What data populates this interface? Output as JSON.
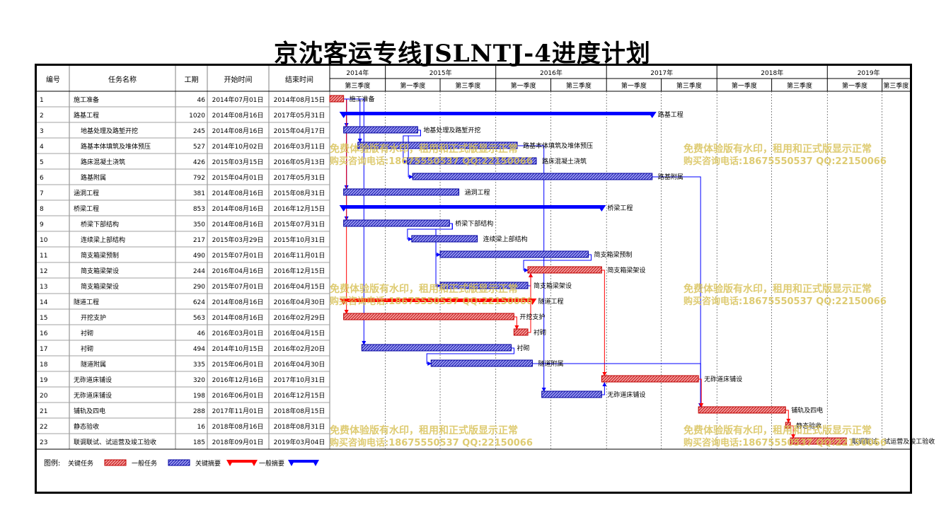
{
  "title": "京沈客运专线JSLNTJ-4进度计划",
  "headers": {
    "id": "编号",
    "name": "任务名称",
    "duration": "工期",
    "start": "开始时间",
    "end": "结束时间"
  },
  "timeline": {
    "years": [
      {
        "label": "2014年",
        "start": "2014-07-01",
        "end": "2015-01-01"
      },
      {
        "label": "2015年",
        "start": "2015-01-01",
        "end": "2016-01-01"
      },
      {
        "label": "2016年",
        "start": "2016-01-01",
        "end": "2017-01-01"
      },
      {
        "label": "2017年",
        "start": "2017-01-01",
        "end": "2018-01-01"
      },
      {
        "label": "2018年",
        "start": "2018-01-01",
        "end": "2019-01-01"
      },
      {
        "label": "2019年",
        "start": "2019-01-01",
        "end": "2020-01-01"
      }
    ],
    "periods": [
      {
        "label": "第三季度",
        "start": "2014-07-01",
        "end": "2015-01-01"
      },
      {
        "label": "第一季度",
        "start": "2015-01-01",
        "end": "2015-07-01"
      },
      {
        "label": "第三季度",
        "start": "2015-07-01",
        "end": "2016-01-01"
      },
      {
        "label": "第一季度",
        "start": "2016-01-01",
        "end": "2016-07-01"
      },
      {
        "label": "第三季度",
        "start": "2016-07-01",
        "end": "2017-01-01"
      },
      {
        "label": "第一季度",
        "start": "2017-01-01",
        "end": "2017-07-01"
      },
      {
        "label": "第三季度",
        "start": "2017-07-01",
        "end": "2018-01-01"
      },
      {
        "label": "第一季度",
        "start": "2018-01-01",
        "end": "2018-07-01"
      },
      {
        "label": "第三季度",
        "start": "2018-07-01",
        "end": "2019-01-01"
      },
      {
        "label": "第一季度",
        "start": "2019-01-01",
        "end": "2019-07-01"
      },
      {
        "label": "第三季度",
        "start": "2019-07-01",
        "end": "2020-01-01"
      }
    ]
  },
  "tasks": [
    {
      "id": "1",
      "name": "施工准备",
      "indent": 0,
      "duration": "46",
      "start": "2014年07月01日",
      "end": "2014年08月15日",
      "s": "2014-07-01",
      "e": "2014-08-15",
      "kind": "critical-task",
      "bar_label": "施工准备"
    },
    {
      "id": "2",
      "name": "路基工程",
      "indent": 0,
      "duration": "1020",
      "start": "2014年08月16日",
      "end": "2017年05月31日",
      "s": "2014-08-16",
      "e": "2017-05-31",
      "kind": "summary",
      "bar_label": "路基工程"
    },
    {
      "id": "3",
      "name": "地基处理及路堑开挖",
      "indent": 1,
      "duration": "245",
      "start": "2014年08月16日",
      "end": "2015年04月17日",
      "s": "2014-08-16",
      "e": "2015-04-17",
      "kind": "task",
      "bar_label": "地基处理及路堑开挖"
    },
    {
      "id": "4",
      "name": "路基本体填筑及堆体预压",
      "indent": 1,
      "duration": "527",
      "start": "2014年10月02日",
      "end": "2016年03月11日",
      "s": "2014-10-02",
      "e": "2016-03-11",
      "kind": "task",
      "bar_label": "路基本体填筑及堆体预压"
    },
    {
      "id": "5",
      "name": "路床混凝土浇筑",
      "indent": 1,
      "duration": "426",
      "start": "2015年03月15日",
      "end": "2016年05月13日",
      "s": "2015-03-15",
      "e": "2016-05-13",
      "kind": "task",
      "bar_label": "路床混凝土浇筑"
    },
    {
      "id": "6",
      "name": "路基附属",
      "indent": 1,
      "duration": "792",
      "start": "2015年04月01日",
      "end": "2017年05月31日",
      "s": "2015-04-01",
      "e": "2017-05-31",
      "kind": "task",
      "bar_label": "路基附属"
    },
    {
      "id": "7",
      "name": "涵洞工程",
      "indent": 0,
      "duration": "381",
      "start": "2014年08月16日",
      "end": "2015年08月31日",
      "s": "2014-08-16",
      "e": "2015-08-31",
      "kind": "task",
      "bar_label": "涵洞工程"
    },
    {
      "id": "8",
      "name": "桥梁工程",
      "indent": 0,
      "duration": "853",
      "start": "2014年08月16日",
      "end": "2016年12月15日",
      "s": "2014-08-16",
      "e": "2016-12-15",
      "kind": "summary",
      "bar_label": "桥梁工程"
    },
    {
      "id": "9",
      "name": "桥梁下部结构",
      "indent": 1,
      "duration": "350",
      "start": "2014年08月16日",
      "end": "2015年07月31日",
      "s": "2014-08-16",
      "e": "2015-07-31",
      "kind": "task",
      "bar_label": "桥梁下部结构"
    },
    {
      "id": "10",
      "name": "连续梁上部结构",
      "indent": 1,
      "duration": "217",
      "start": "2015年03月29日",
      "end": "2015年10月31日",
      "s": "2015-03-29",
      "e": "2015-10-31",
      "kind": "task",
      "bar_label": "连续梁上部结构"
    },
    {
      "id": "11",
      "name": "简支箱梁预制",
      "indent": 1,
      "duration": "490",
      "start": "2015年07月01日",
      "end": "2016年11月01日",
      "s": "2015-07-01",
      "e": "2016-11-01",
      "kind": "task",
      "bar_label": "简支箱梁预制"
    },
    {
      "id": "12",
      "name": "简支箱梁架设",
      "indent": 1,
      "duration": "244",
      "start": "2016年04月16日",
      "end": "2016年12月15日",
      "s": "2016-04-16",
      "e": "2016-12-15",
      "kind": "critical-task",
      "bar_label": "简支箱梁架设"
    },
    {
      "id": "13",
      "name": "简支箱梁架设",
      "indent": 1,
      "duration": "290",
      "start": "2015年07月01日",
      "end": "2016年04月15日",
      "s": "2015-07-01",
      "e": "2016-04-15",
      "kind": "task",
      "bar_label": "简支箱梁架设"
    },
    {
      "id": "14",
      "name": "隧道工程",
      "indent": 0,
      "duration": "624",
      "start": "2014年08月16日",
      "end": "2016年04月30日",
      "s": "2014-08-16",
      "e": "2016-04-30",
      "kind": "critical-summary",
      "bar_label": "隧道工程"
    },
    {
      "id": "15",
      "name": "开挖支护",
      "indent": 1,
      "duration": "563",
      "start": "2014年08月16日",
      "end": "2016年02月29日",
      "s": "2014-08-16",
      "e": "2016-02-29",
      "kind": "critical-task",
      "bar_label": "开挖支护"
    },
    {
      "id": "16",
      "name": "衬砌",
      "indent": 1,
      "duration": "46",
      "start": "2016年03月01日",
      "end": "2016年04月15日",
      "s": "2016-03-01",
      "e": "2016-04-15",
      "kind": "critical-task",
      "bar_label": "衬砌"
    },
    {
      "id": "17",
      "name": "衬砌",
      "indent": 1,
      "duration": "494",
      "start": "2014年10月15日",
      "end": "2016年02月20日",
      "s": "2014-10-15",
      "e": "2016-02-20",
      "kind": "task",
      "bar_label": "衬砌"
    },
    {
      "id": "18",
      "name": "隧道附属",
      "indent": 1,
      "duration": "335",
      "start": "2015年06月01日",
      "end": "2016年04月30日",
      "s": "2015-06-01",
      "e": "2016-04-30",
      "kind": "task",
      "bar_label": "隧道附属"
    },
    {
      "id": "19",
      "name": "无砟道床铺设",
      "indent": 0,
      "duration": "320",
      "start": "2016年12月16日",
      "end": "2017年10月31日",
      "s": "2016-12-16",
      "e": "2017-10-31",
      "kind": "critical-task",
      "bar_label": "无砟道床铺设"
    },
    {
      "id": "20",
      "name": "无砟道床铺设",
      "indent": 0,
      "duration": "198",
      "start": "2016年06月01日",
      "end": "2016年12月15日",
      "s": "2016-06-01",
      "e": "2016-12-15",
      "kind": "task",
      "bar_label": "无砟道床铺设"
    },
    {
      "id": "21",
      "name": "铺轨及四电",
      "indent": 0,
      "duration": "288",
      "start": "2017年11月01日",
      "end": "2018年08月15日",
      "s": "2017-11-01",
      "e": "2018-08-15",
      "kind": "critical-task",
      "bar_label": "铺轨及四电"
    },
    {
      "id": "22",
      "name": "静态验收",
      "indent": 0,
      "duration": "16",
      "start": "2018年08月16日",
      "end": "2018年08月31日",
      "s": "2018-08-16",
      "e": "2018-08-31",
      "kind": "critical-task",
      "bar_label": "静态验收"
    },
    {
      "id": "23",
      "name": "联调联试、试运营及竣工验收",
      "indent": 0,
      "duration": "185",
      "start": "2018年09月01日",
      "end": "2019年03月04日",
      "s": "2018-09-01",
      "e": "2019-03-04",
      "kind": "critical-task",
      "bar_label": "联调联试、试运营及竣工验收"
    }
  ],
  "links": [
    [
      1,
      3
    ],
    [
      1,
      4
    ],
    [
      1,
      7
    ],
    [
      1,
      9
    ],
    [
      1,
      15
    ],
    [
      1,
      17
    ],
    [
      3,
      5
    ],
    [
      3,
      6
    ],
    [
      4,
      20
    ],
    [
      6,
      21
    ],
    [
      9,
      10
    ],
    [
      9,
      11
    ],
    [
      9,
      13
    ],
    [
      11,
      12
    ],
    [
      12,
      19
    ],
    [
      13,
      12
    ],
    [
      15,
      16
    ],
    [
      16,
      12
    ],
    [
      17,
      18
    ],
    [
      18,
      21
    ],
    [
      19,
      21
    ],
    [
      20,
      19
    ],
    [
      21,
      22
    ],
    [
      22,
      23
    ]
  ],
  "legend": {
    "prefix": "图例:",
    "items": [
      {
        "label": "关键任务",
        "kind": "critical-task"
      },
      {
        "label": "一般任务",
        "kind": "task"
      },
      {
        "label": "关键摘要",
        "kind": "critical-summary"
      },
      {
        "label": "一般摘要",
        "kind": "summary"
      }
    ]
  },
  "watermark": {
    "line1": "免费体验版有水印，租用和正式版显示正常",
    "line2": "购买咨询电话:18675550537 QQ:22150066"
  },
  "colors": {
    "critical": "#ff0000",
    "normal": "#0000ff",
    "critical_fill": "#e87070",
    "normal_fill": "#6a6ae0",
    "watermark": "#d9c35a"
  }
}
